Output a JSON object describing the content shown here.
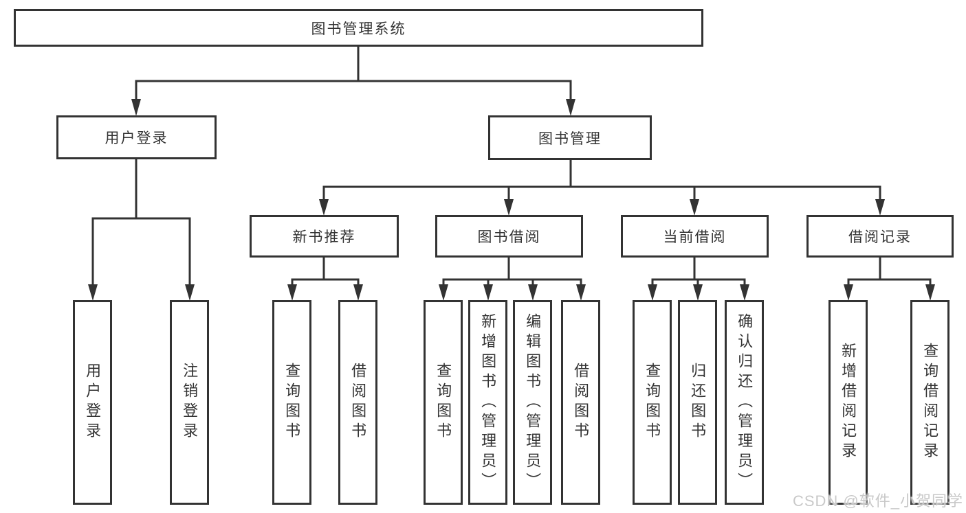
{
  "tree": {
    "label": "图书管理系统",
    "children": [
      {
        "label": "用户登录",
        "children": [
          {
            "label": "用户登录"
          },
          {
            "label": "注销登录"
          }
        ]
      },
      {
        "label": "图书管理",
        "children": [
          {
            "label": "新书推荐",
            "children": [
              {
                "label": "查询图书"
              },
              {
                "label": "借阅图书"
              }
            ]
          },
          {
            "label": "图书借阅",
            "children": [
              {
                "label": "查询图书"
              },
              {
                "label": "新增图书（管理员）"
              },
              {
                "label": "编辑图书（管理员）"
              },
              {
                "label": "借阅图书"
              }
            ]
          },
          {
            "label": "当前借阅",
            "children": [
              {
                "label": "查询图书"
              },
              {
                "label": "归还图书"
              },
              {
                "label": "确认归还（管理员）"
              }
            ]
          },
          {
            "label": "借阅记录",
            "children": [
              {
                "label": "新增借阅记录"
              },
              {
                "label": "查询借阅记录"
              }
            ]
          }
        ]
      }
    ]
  },
  "watermark": {
    "text": "CSDN @软件_小贺同学"
  },
  "colors": {
    "line": "#333333",
    "border": "#333333",
    "text": "#333333",
    "watermark": "#c9c9c9",
    "background": "#ffffff"
  }
}
